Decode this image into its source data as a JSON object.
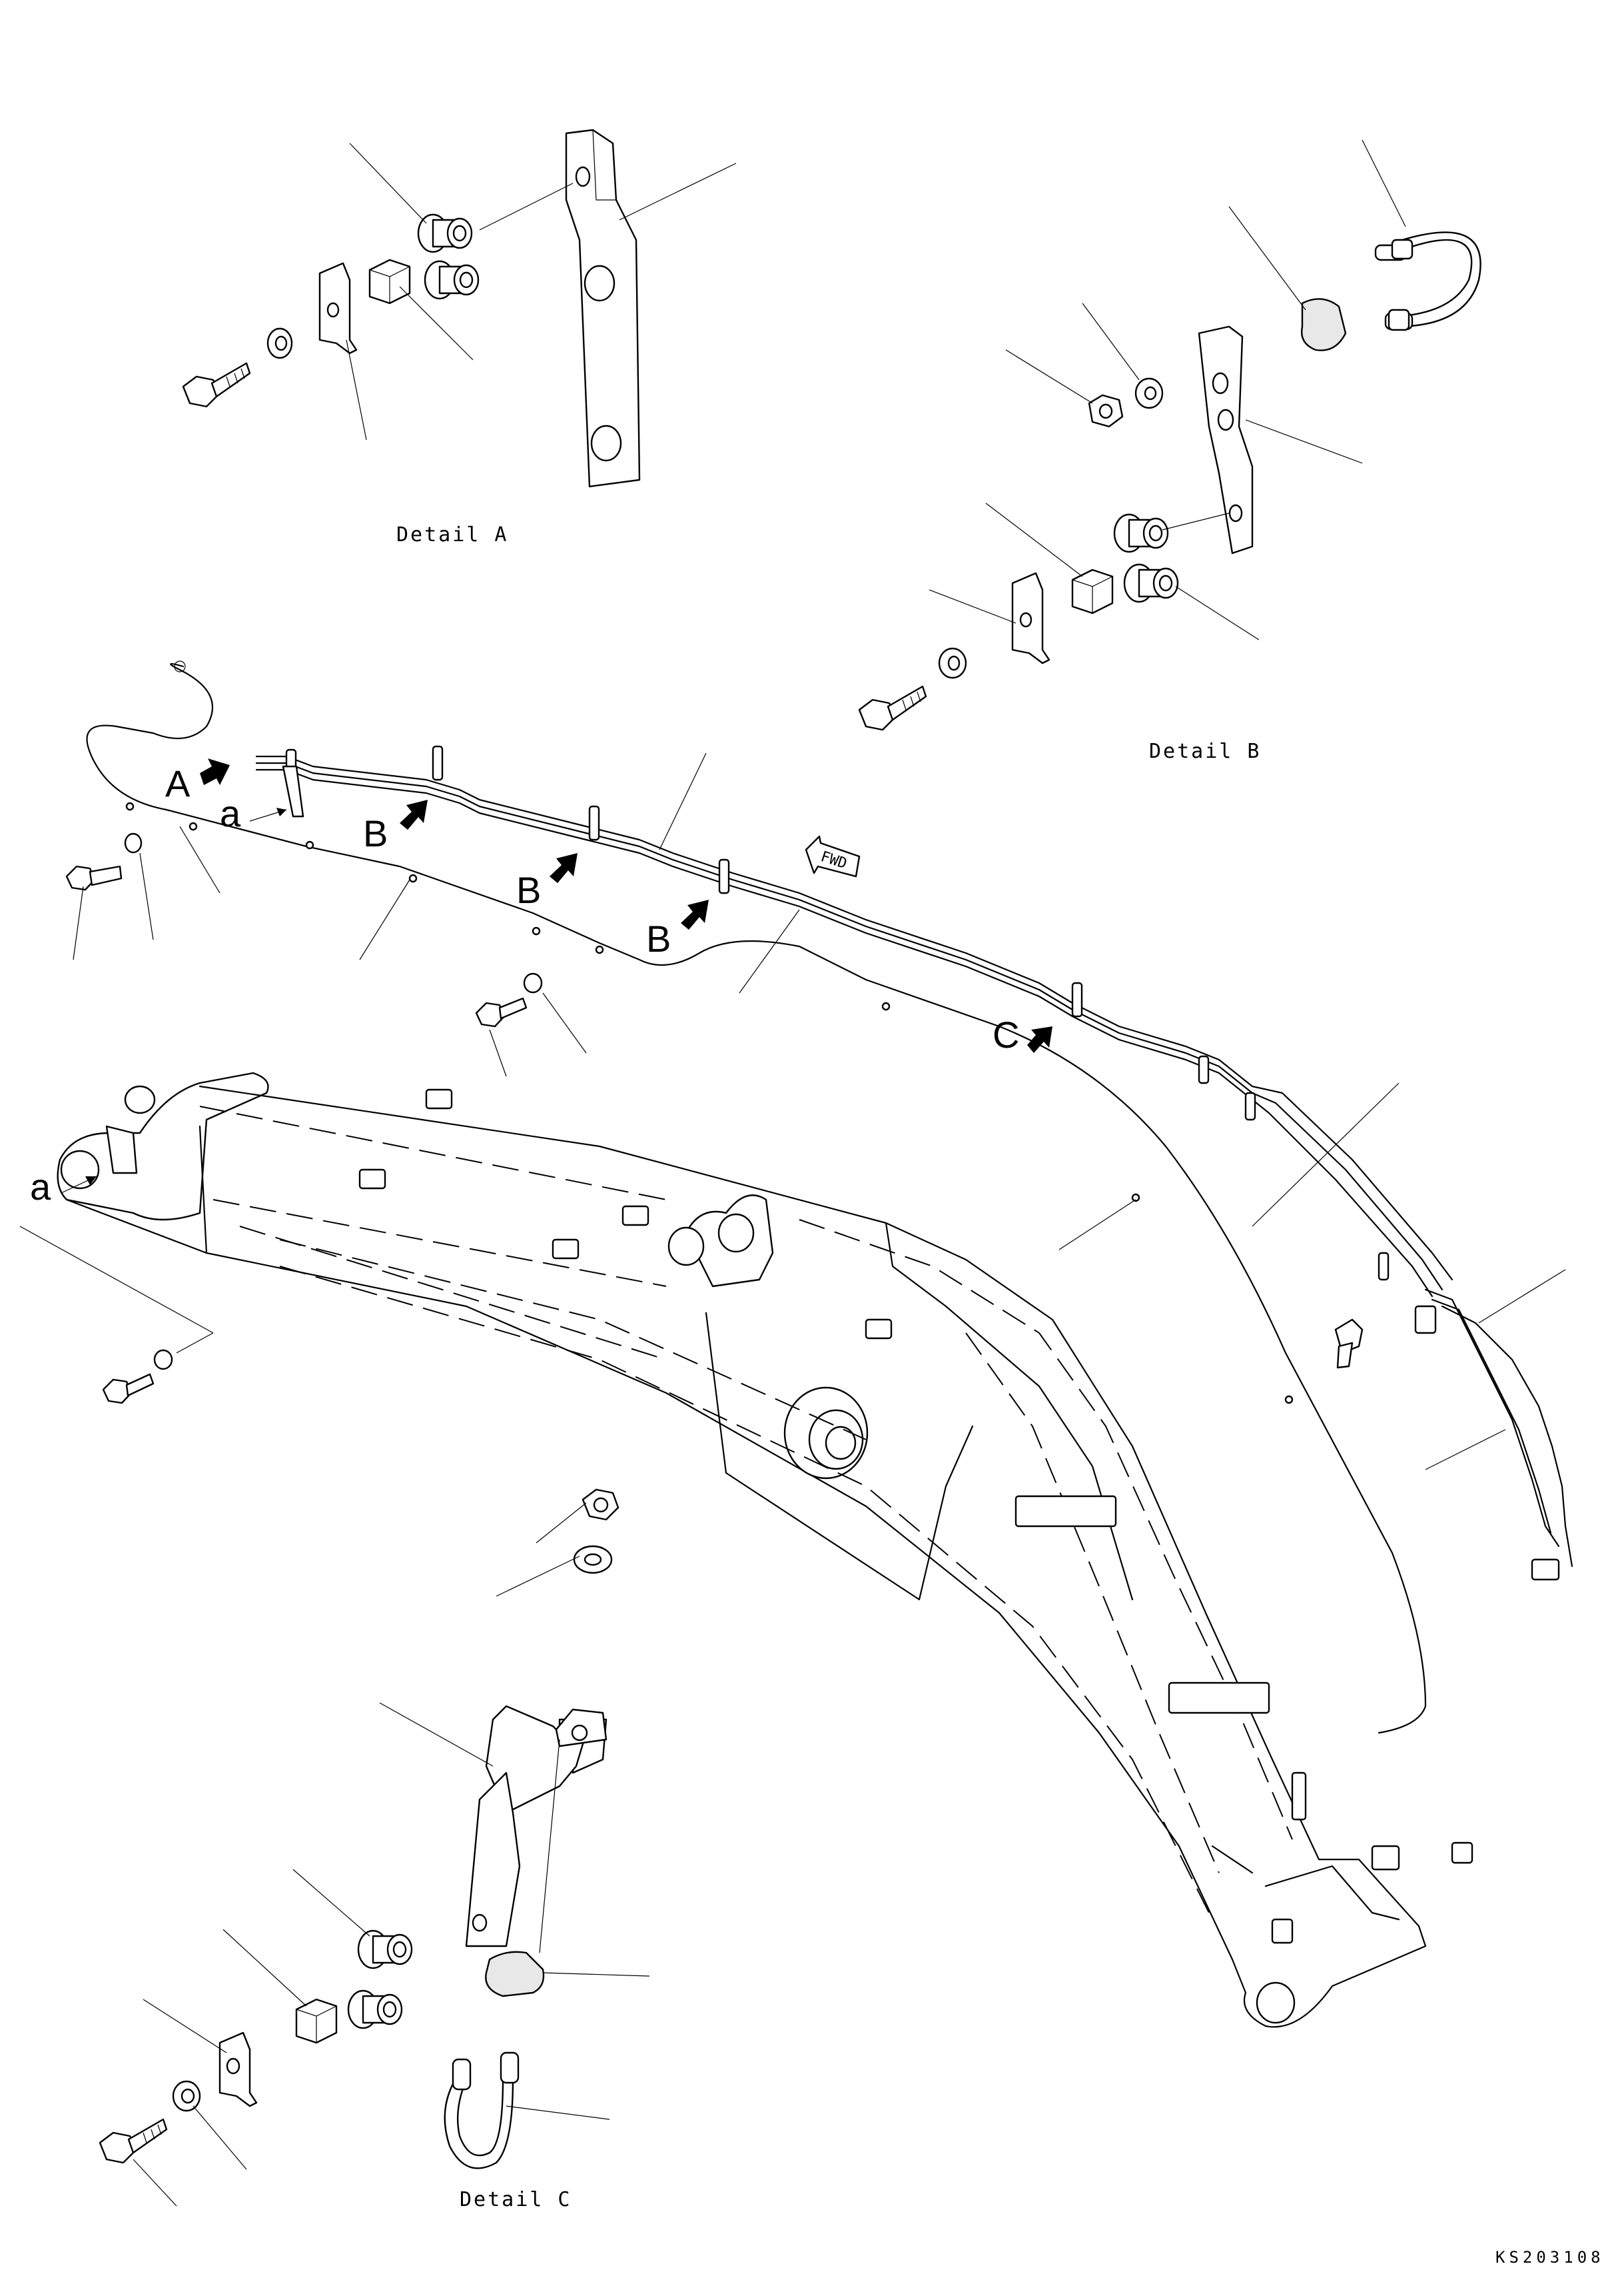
{
  "captions": {
    "detail_a": "Detail A",
    "detail_b": "Detail B",
    "detail_c": "Detail C",
    "drawing_code": "KS203108"
  },
  "view_markers": {
    "a1": "A",
    "b1": "B",
    "b2": "B",
    "b3": "B",
    "c1": "C",
    "ref_a1": "a",
    "ref_a2": "a"
  },
  "fwd_label": "FWD"
}
